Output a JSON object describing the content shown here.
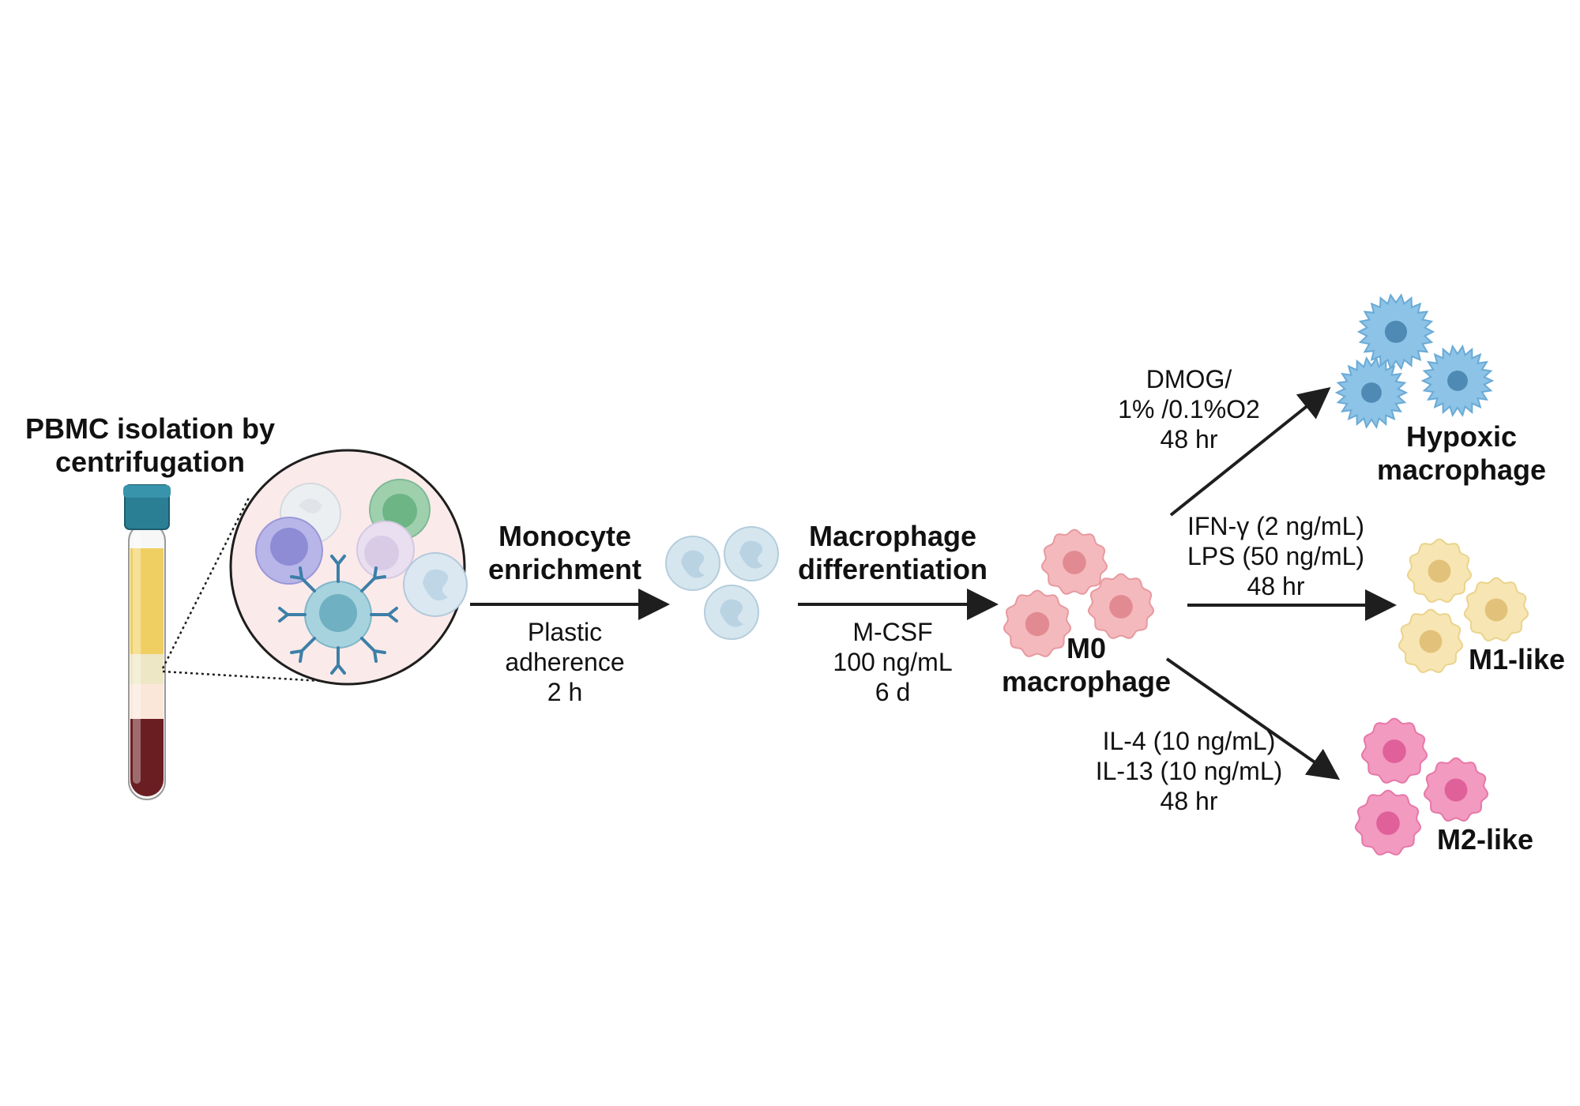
{
  "steps": {
    "pbmc": {
      "title": [
        "PBMC isolation by",
        "centrifugation"
      ]
    },
    "enrichment": {
      "title": [
        "Monocyte",
        "enrichment"
      ],
      "conditions": [
        "Plastic",
        "adherence",
        "2 h"
      ]
    },
    "differentiation": {
      "title": [
        "Macrophage",
        "differentiation"
      ],
      "conditions": [
        "M-CSF",
        "100 ng/mL",
        "6 d"
      ]
    },
    "m0": {
      "title": [
        "M0",
        "macrophage"
      ]
    }
  },
  "branches": {
    "hypoxic": {
      "conditions": [
        "DMOG/",
        "1% /0.1%O2",
        "48 hr"
      ],
      "title": [
        "Hypoxic",
        "macrophage"
      ]
    },
    "m1": {
      "conditions": [
        "IFN-γ (2 ng/mL)",
        "LPS (50 ng/mL)",
        "48 hr"
      ],
      "title": [
        "M1-like"
      ]
    },
    "m2": {
      "conditions": [
        "IL-4 (10 ng/mL)",
        "IL-13 (10 ng/mL)",
        "48 hr"
      ],
      "title": [
        "M2-like"
      ]
    }
  },
  "colors": {
    "arrow": "#1e1e1e",
    "tube_cap": "#2a7f95",
    "plasma": "#f0cf62",
    "buffy_coat": "#ede7c5",
    "rbc": "#6b1e22",
    "magnifier_fill": "#fbeaea",
    "monocyte": "#cfe3ee",
    "m0_cell": "#f4b9bc",
    "hypoxic_cell": "#8cc3e6",
    "m1_cell": "#f7e6b3",
    "m2_cell": "#f29ac0"
  },
  "icons": [
    "blood-tube-icon",
    "magnifier-circle-icon",
    "lymphocyte-icon",
    "monocyte-icon",
    "antibody-icon",
    "macrophage-icon",
    "spiky-macrophage-icon"
  ]
}
